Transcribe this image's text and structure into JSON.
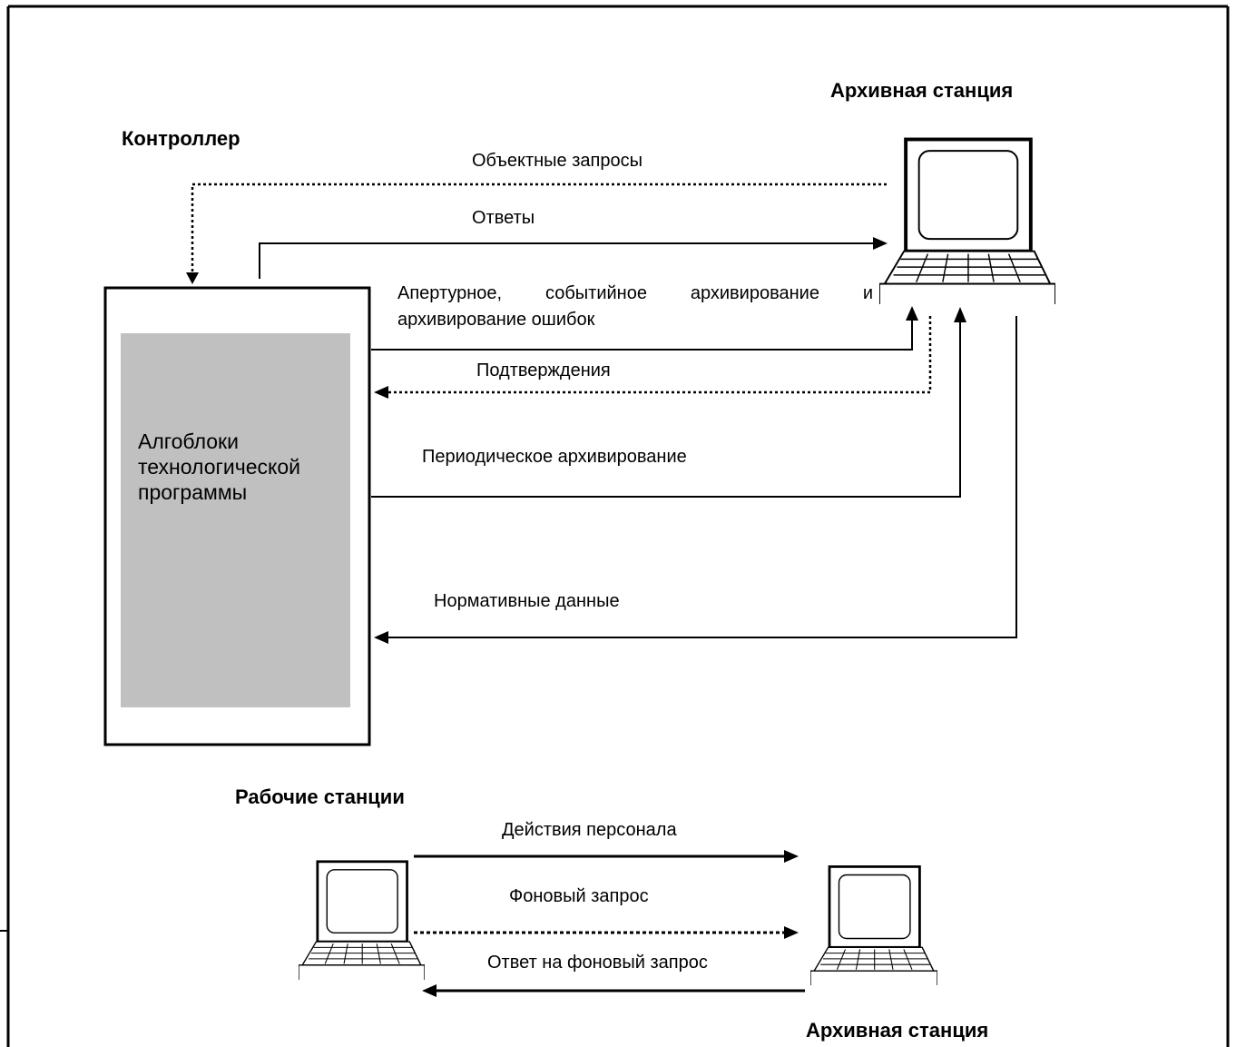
{
  "colors": {
    "stroke": "#000000",
    "block_fill": "#c0c0c0",
    "background": "#ffffff"
  },
  "nodes": {
    "controller_title": "Контроллер",
    "block_label": "Алгоблоки технологической программы",
    "archive_station_top": "Архивная станция",
    "workstations_title": "Рабочие станции",
    "archive_station_bottom": "Архивная станция"
  },
  "edges": {
    "object_requests": "Объектные запросы",
    "responses": "Ответы",
    "aperture_archiving": "Апертурное, событийное архивирование и архивирование ошибок",
    "confirmations": "Подтверждения",
    "periodic_archiving": "Периодическое архивирование",
    "normative_data": "Нормативные данные",
    "personnel_actions": "Действия персонала",
    "background_request": "Фоновый запрос",
    "background_response": "Ответ на фоновый запрос"
  },
  "icons": [
    "computer-icon-archive-top",
    "computer-icon-workstation",
    "computer-icon-archive-bottom"
  ]
}
